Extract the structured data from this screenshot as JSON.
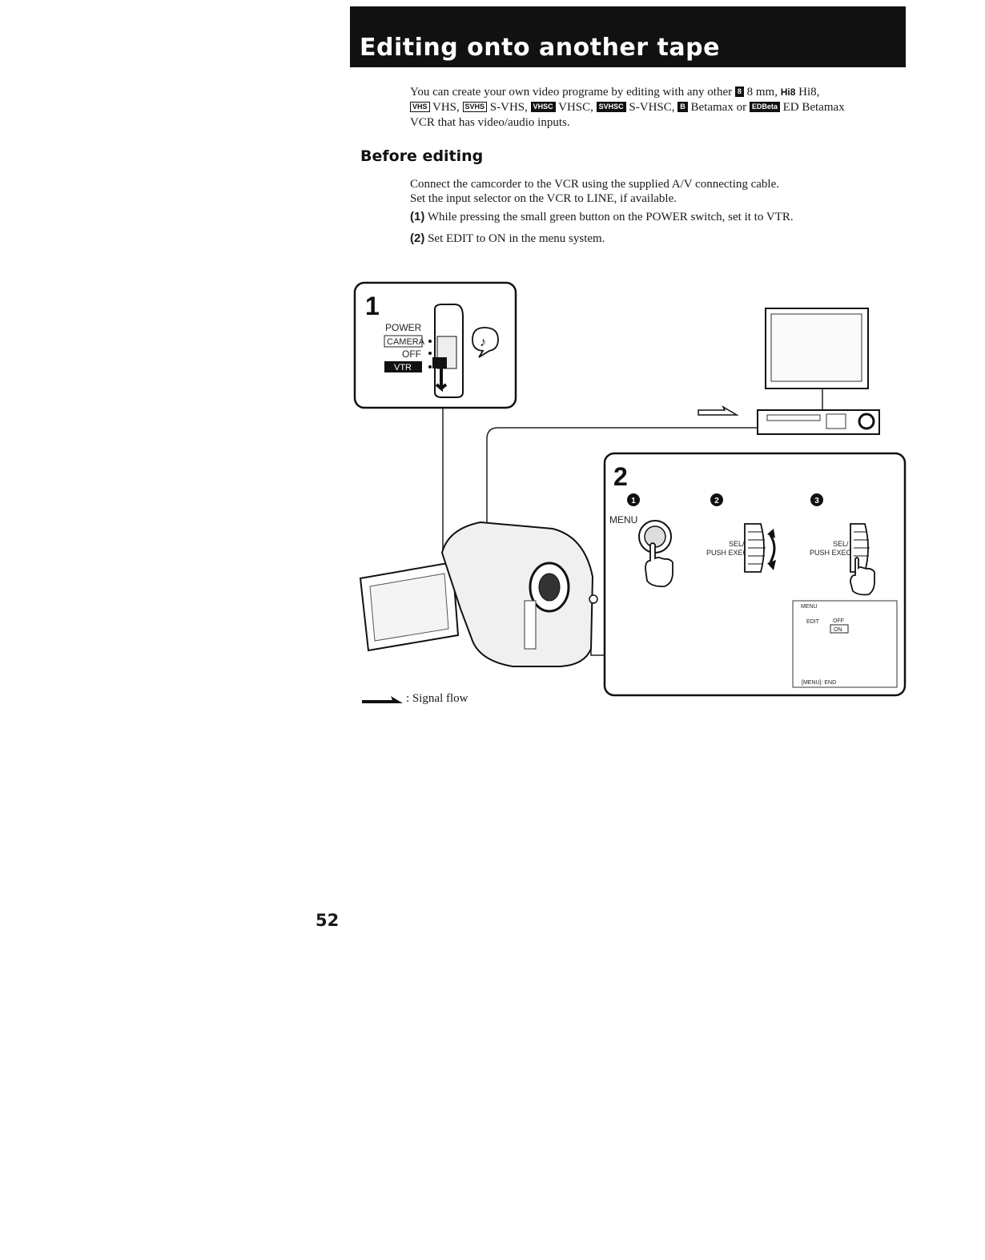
{
  "header": {
    "title": "Editing onto another tape"
  },
  "intro": {
    "line1_a": "You can create your own video programe by editing with any other",
    "fmt_8mm": "8 mm,",
    "fmt_hi8": "Hi8,",
    "fmt_vhs": "VHS,",
    "fmt_svhs": "S-VHS,",
    "fmt_vhsc": "VHSC,",
    "fmt_svhsc": "S-VHSC,",
    "fmt_betamax": "Betamax or",
    "fmt_edbeta": "ED Betamax",
    "line3": "VCR that has video/audio inputs.",
    "badge_8": "8",
    "badge_hi8": "Hi8",
    "badge_vhs": "VHS",
    "badge_svhs": "SVHS",
    "badge_vhsc": "VHSC",
    "badge_svhsc": "SVHSC",
    "badge_beta": "B",
    "badge_edbeta": "EDBeta"
  },
  "before_editing": {
    "heading": "Before editing",
    "line1": "Connect the camcorder to the VCR using the supplied A/V connecting cable.",
    "line2": "Set the input selector on the VCR to LINE, if available.",
    "step1_num": "(1)",
    "step1_text": "While pressing the small green button on the POWER switch, set it to VTR.",
    "step2_num": "(2)",
    "step2_text": "Set EDIT to ON in the menu system."
  },
  "illustration": {
    "panel1": {
      "number": "1",
      "power": "POWER",
      "camera": "CAMERA",
      "off": "OFF",
      "vtr": "VTR"
    },
    "panel2": {
      "number": "2",
      "step_a": "1",
      "step_b": "2",
      "step_c": "3",
      "menu_label": "MENU",
      "sel_label_1": "SEL/",
      "push_exec_1": "PUSH EXEC",
      "sel_label_2": "SEL/",
      "push_exec_2": "PUSH EXEC",
      "screen_title": "MENU",
      "screen_item": "EDIT",
      "screen_off": "OFF",
      "screen_on": "ON",
      "screen_footer": "[MENU]: END"
    }
  },
  "legend": {
    "text": ": Signal flow"
  },
  "page_number": "52"
}
